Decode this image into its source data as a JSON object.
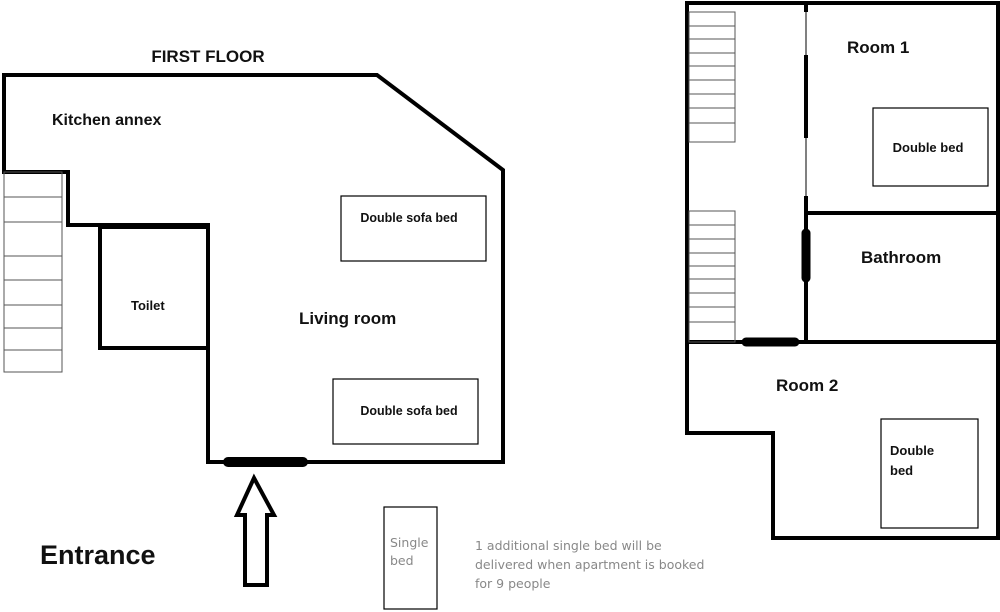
{
  "first_floor": {
    "title": "FIRST FLOOR",
    "kitchen": "Kitchen annex",
    "toilet": "Toilet",
    "living_room": "Living room",
    "sofa_bed_1": "Double sofa bed",
    "sofa_bed_2": "Double sofa bed",
    "entrance": "Entrance"
  },
  "second_floor": {
    "room1": "Room 1",
    "room1_bed": "Double bed",
    "bathroom": "Bathroom",
    "room2": "Room 2",
    "room2_bed_line1": "Double",
    "room2_bed_line2": "bed"
  },
  "extra": {
    "single_bed_line1": "Single",
    "single_bed_line2": "bed",
    "note_line1": "1 additional single bed will be",
    "note_line2": "delivered when apartment is booked",
    "note_line3": "for 9 people"
  }
}
